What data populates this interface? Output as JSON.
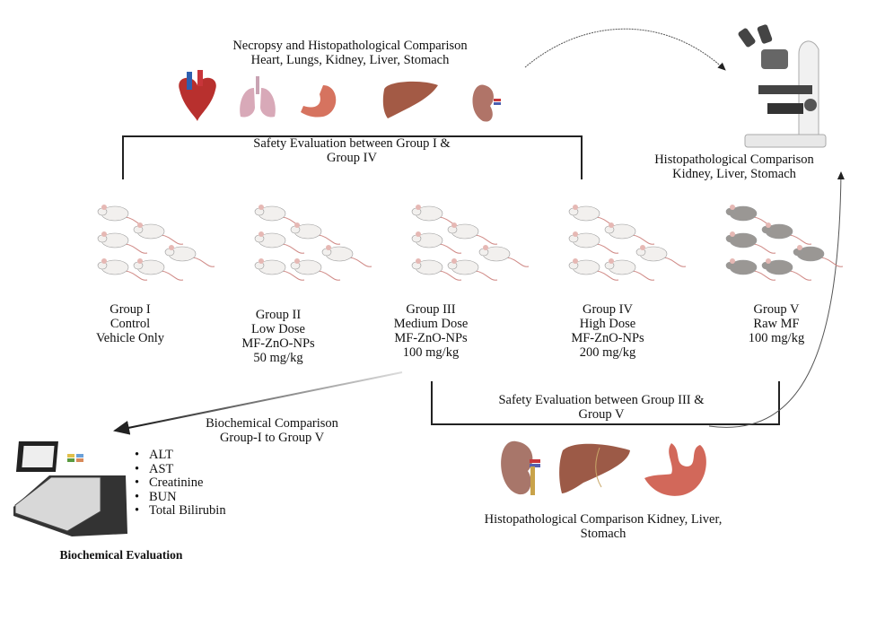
{
  "top_section": {
    "title_line1": "Necropsy and Histopathological Comparison",
    "title_line2": "Heart, Lungs, Kidney, Liver, Stomach",
    "organs": [
      "heart-icon",
      "lungs-icon",
      "stomach-icon",
      "liver-icon",
      "kidney-icon"
    ],
    "bracket_line1": "Safety Evaluation between Group I &",
    "bracket_line2": "Group IV"
  },
  "microscope_section": {
    "line1": "Histopathological Comparison",
    "line2": "Kidney, Liver, Stomach"
  },
  "groups": [
    {
      "lines": [
        "Group I",
        "Control",
        "Vehicle Only"
      ],
      "rat_color": "#f2f0ee"
    },
    {
      "lines": [
        "Group II",
        "Low Dose",
        "MF-ZnO-NPs",
        "50 mg/kg"
      ],
      "rat_color": "#f2f0ee"
    },
    {
      "lines": [
        "Group III",
        "Medium Dose",
        "MF-ZnO-NPs",
        "100 mg/kg"
      ],
      "rat_color": "#f2f0ee"
    },
    {
      "lines": [
        "Group IV",
        "High Dose",
        "MF-ZnO-NPs",
        "200 mg/kg"
      ],
      "rat_color": "#f2f0ee"
    },
    {
      "lines": [
        "Group V",
        "Raw MF",
        "100 mg/kg"
      ],
      "rat_color": "#9a9794"
    }
  ],
  "bottom_section": {
    "bracket_line1": "Safety Evaluation between Group III &",
    "bracket_line2": "Group V",
    "organs_caption_line1": "Histopathological Comparison Kidney, Liver,",
    "organs_caption_line2": "Stomach"
  },
  "biochem": {
    "arrow_line1": "Biochemical Comparison",
    "arrow_line2": "Group-I to Group V",
    "markers": [
      "ALT",
      "AST",
      "Creatinine",
      "BUN",
      "Total Bilirubin"
    ],
    "caption": "Biochemical Evaluation"
  }
}
